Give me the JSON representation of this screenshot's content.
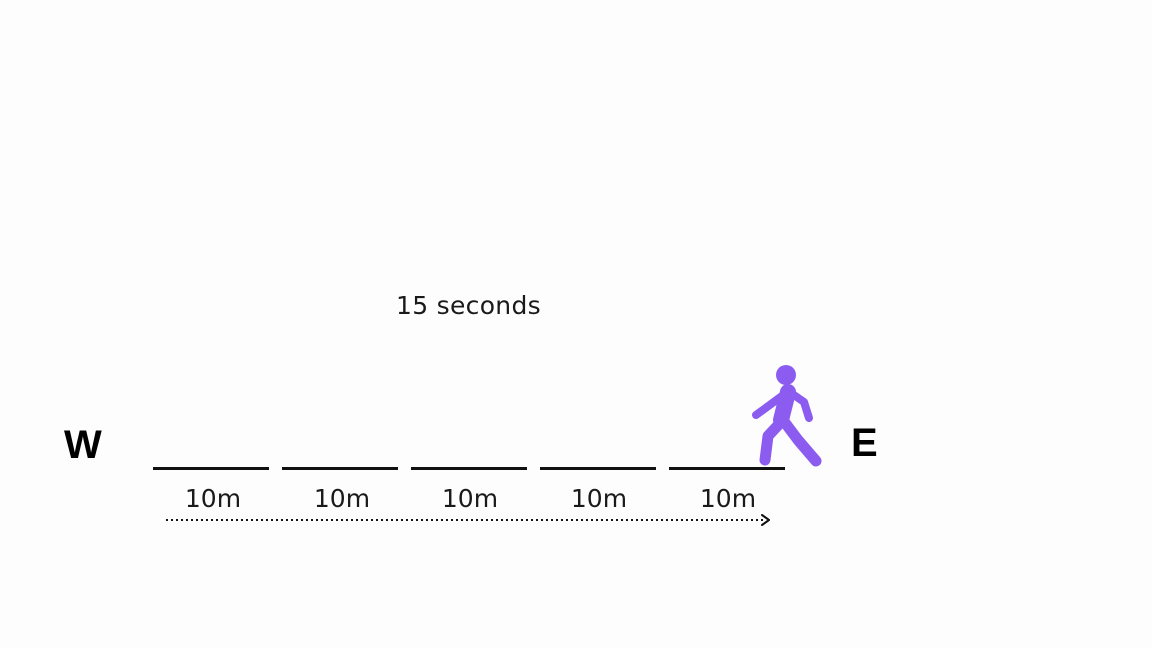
{
  "time_label": "15 seconds",
  "directions": {
    "west": "W",
    "east": "E"
  },
  "segments": [
    {
      "label": "10m"
    },
    {
      "label": "10m"
    },
    {
      "label": "10m"
    },
    {
      "label": "10m"
    },
    {
      "label": "10m"
    }
  ],
  "colors": {
    "walker": "#8c5cf0",
    "line": "#111111",
    "text": "#1a1a1a"
  },
  "icons": {
    "walker": "walking-person-icon",
    "arrow": "dotted-arrow-right"
  }
}
